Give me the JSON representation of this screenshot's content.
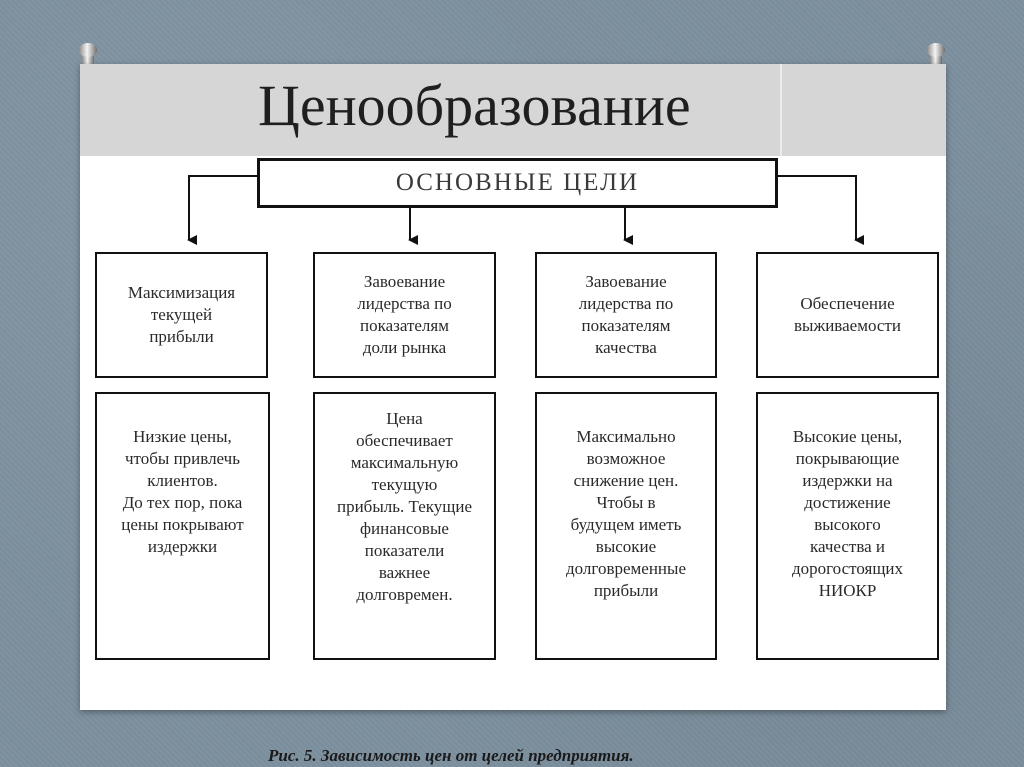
{
  "title": "Ценообразование",
  "diagram": {
    "main_goal": "ОСНОВНЫЕ ЦЕЛИ",
    "columns": [
      {
        "goal": "Максимизация\nтекущей\nприбыли",
        "strategy": "Низкие цены,\nчтобы привлечь\nклиентов.\nДо тех пор, пока\nцены покрывают\nиздержки"
      },
      {
        "goal": "Завоевание\nлидерства по\nпоказателям\nдоли рынка",
        "strategy": "Цена\nобеспечивает\nмаксимальную\nтекущую\nприбыль. Текущие\nфинансовые\nпоказатели\nважнее\nдолговремен."
      },
      {
        "goal": "Завоевание\nлидерства по\nпоказателям\nкачества",
        "strategy": "Максимально\nвозможное\nснижение цен.\nЧтобы в\nбудущем иметь\nвысокие\nдолговременные\nприбыли"
      },
      {
        "goal": "Обеспечение\nвыживаемости",
        "strategy": "Высокие цены,\nпокрывающие\nиздержки на\nдостижение\nвысокого\nкачества и\nдорогостоящих\nНИОКР"
      }
    ],
    "caption": "Рис. 5.  Зависимость цен от целей предприятия."
  },
  "colors": {
    "background": "#7d909f",
    "title_band": "#d6d6d6",
    "line": "#111111"
  }
}
